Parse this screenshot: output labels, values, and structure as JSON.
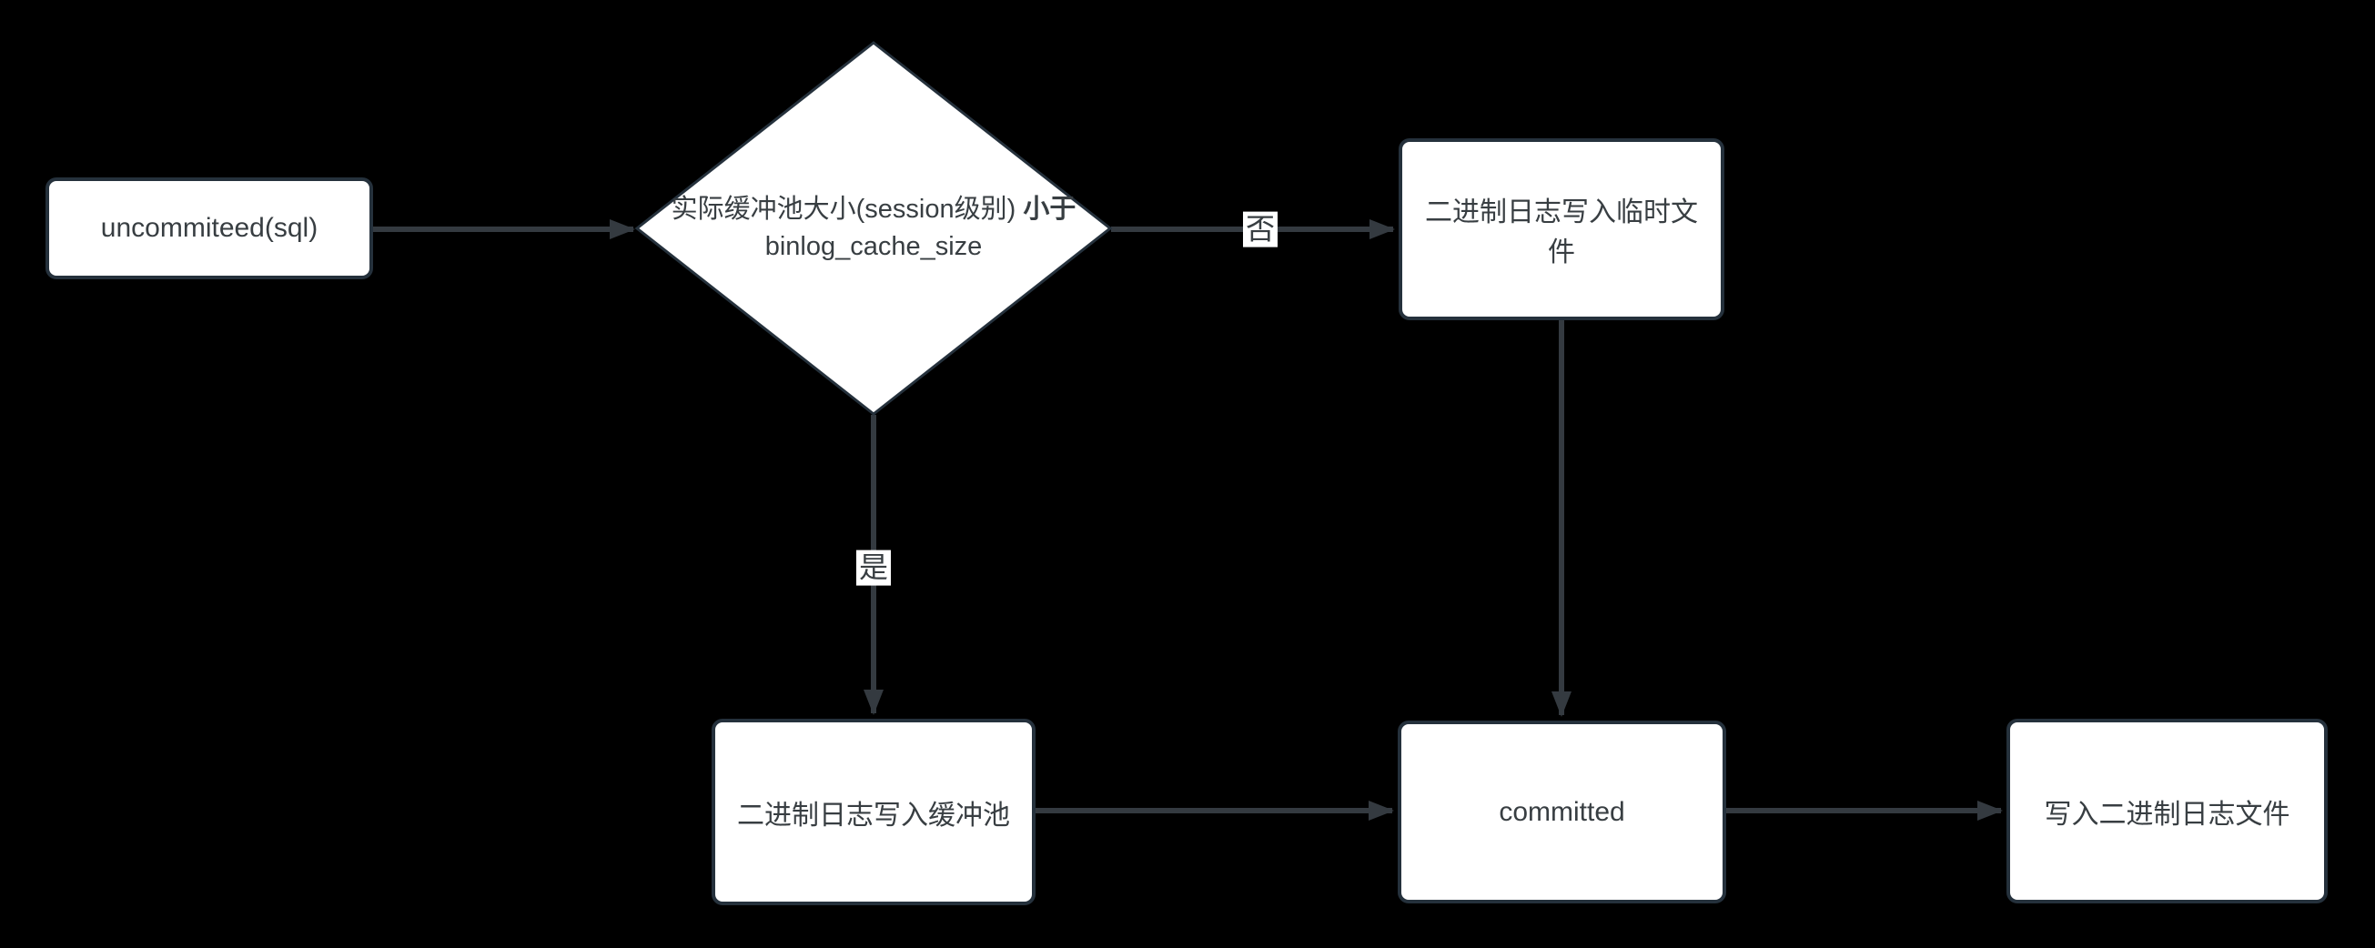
{
  "diagram": {
    "type": "flowchart",
    "colors": {
      "background": "#000000",
      "node_fill": "#ffffff",
      "node_border": "#25313c",
      "edge": "#343a40",
      "text": "#383e42"
    },
    "nodes": {
      "start": {
        "label": "uncommiteed(sql)",
        "shape": "rounded-rect"
      },
      "decision": {
        "shape": "diamond",
        "text_before": "实际缓冲池大小(session级别) ",
        "text_bold": "小于",
        "text_after": " binlog_cache_size"
      },
      "temp_file": {
        "label": "二进制日志写入临时文件",
        "shape": "rounded-rect"
      },
      "buffer_pool": {
        "label": "二进制日志写入缓冲池",
        "shape": "rounded-rect"
      },
      "committed": {
        "label": "committed",
        "shape": "rounded-rect"
      },
      "binlog_file": {
        "label": "写入二进制日志文件",
        "shape": "rounded-rect"
      }
    },
    "edge_labels": {
      "no": "否",
      "yes": "是"
    },
    "edges": [
      {
        "from": "start",
        "to": "decision"
      },
      {
        "from": "decision",
        "to": "temp_file",
        "label": "否"
      },
      {
        "from": "decision",
        "to": "buffer_pool",
        "label": "是"
      },
      {
        "from": "temp_file",
        "to": "committed"
      },
      {
        "from": "buffer_pool",
        "to": "committed"
      },
      {
        "from": "committed",
        "to": "binlog_file"
      }
    ]
  }
}
